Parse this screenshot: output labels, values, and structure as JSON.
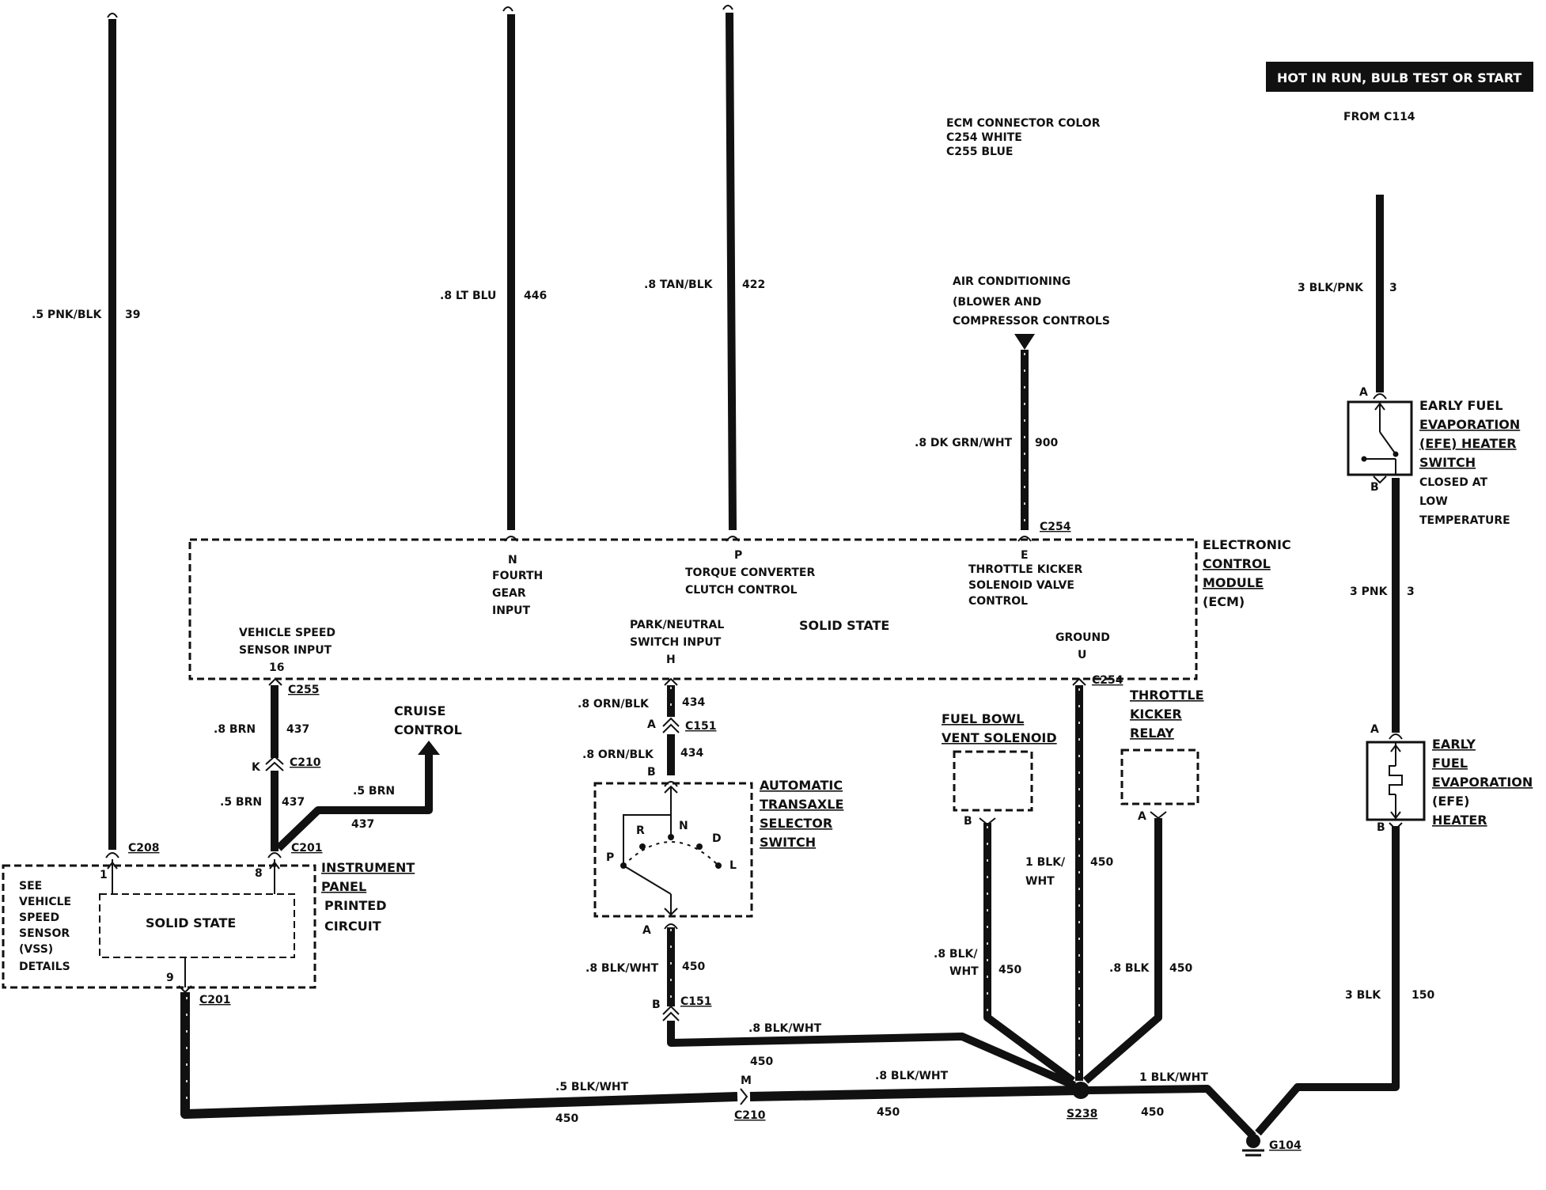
{
  "header": {
    "power_banner": "HOT IN RUN,  BULB TEST OR START",
    "from_label": "FROM C114",
    "ecm_color_title": "ECM CONNECTOR COLOR",
    "ecm_color_c254": "C254 WHITE",
    "ecm_color_c255": "C255 BLUE"
  },
  "wires": {
    "w39": {
      "gauge": ".5 PNK/BLK",
      "circuit": "39"
    },
    "w446": {
      "gauge": ".8 LT BLU",
      "circuit": "446"
    },
    "w422": {
      "gauge": ".8 TAN/BLK",
      "circuit": "422"
    },
    "w900": {
      "gauge": ".8 DK GRN/WHT",
      "circuit": "900"
    },
    "w3a": {
      "gauge": "3 BLK/PNK",
      "circuit": "3"
    },
    "w3b": {
      "gauge": "3 PNK",
      "circuit": "3"
    },
    "w150": {
      "gauge": "3 BLK",
      "circuit": "150"
    },
    "w437a": {
      "gauge": ".8 BRN",
      "circuit": "437"
    },
    "w437b": {
      "gauge": ".5 BRN",
      "circuit": "437"
    },
    "w437c": {
      "gauge": ".5 BRN",
      "circuit": "437"
    },
    "w434a": {
      "gauge": ".8 ORN/BLK",
      "circuit": "434"
    },
    "w434b": {
      "gauge": ".8 ORN/BLK",
      "circuit": "434"
    },
    "w450a": {
      "gauge": ".8 BLK/WHT",
      "circuit": "450"
    },
    "w450b": {
      "gauge": ".8 BLK/WHT",
      "circuit": "450"
    },
    "w450c_gauge1": "1 BLK/",
    "w450c_gauge2": "WHT",
    "w450c_circuit": "450",
    "w450d_gauge1": ".8 BLK/",
    "w450d_gauge2": "WHT",
    "w450d_circuit": "450",
    "w450e": {
      "gauge": ".8 BLK",
      "circuit": "450"
    },
    "w450f": {
      "gauge": ".5 BLK/WHT",
      "circuit": "450"
    },
    "w450g": {
      "gauge": ".8 BLK/WHT",
      "circuit": "450"
    },
    "w450h": {
      "gauge": "1 BLK/WHT",
      "circuit": "450"
    }
  },
  "components": {
    "ac": {
      "line1": "AIR CONDITIONING",
      "line2": "(BLOWER AND",
      "line3": "COMPRESSOR CONTROLS"
    },
    "ecm": {
      "name1": "ELECTRONIC",
      "name2": "CONTROL",
      "name3": "MODULE",
      "name4": "(ECM)",
      "solid_state": "SOLID STATE",
      "pin_n": "N",
      "n1": "FOURTH",
      "n2": "GEAR",
      "n3": "INPUT",
      "pin_p": "P",
      "p1": "TORQUE CONVERTER",
      "p2": "CLUTCH CONTROL",
      "pin_e": "E",
      "e1": "THROTTLE KICKER",
      "e2": "SOLENOID VALVE",
      "e3": "CONTROL",
      "vss1": "VEHICLE SPEED",
      "vss2": "SENSOR INPUT",
      "pin_16": "16",
      "pn1": "PARK/NEUTRAL",
      "pn2": "SWITCH INPUT",
      "pin_h": "H",
      "gnd": "GROUND",
      "pin_u": "U"
    },
    "efe_switch": {
      "l1": "EARLY FUEL",
      "l2": "EVAPORATION",
      "l3": "(EFE) HEATER",
      "l4": "SWITCH",
      "l5": "CLOSED AT",
      "l6": "LOW",
      "l7": "TEMPERATURE"
    },
    "efe_heater": {
      "l1": "EARLY",
      "l2": "FUEL",
      "l3": "EVAPORATION",
      "l4": "(EFE)",
      "l5": "HEATER"
    },
    "cruise": {
      "l1": "CRUISE",
      "l2": "CONTROL"
    },
    "transaxle": {
      "l1": "AUTOMATIC",
      "l2": "TRANSAXLE",
      "l3": "SELECTOR",
      "l4": "SWITCH",
      "r": "R",
      "n": "N",
      "d": "D",
      "p": "P",
      "l": "L"
    },
    "fuel_bowl": {
      "l1": "FUEL BOWL",
      "l2": "VENT SOLENOID"
    },
    "throttle_relay": {
      "l1": "THROTTLE",
      "l2": "KICKER",
      "l3": "RELAY"
    },
    "ipc": {
      "l1": "INSTRUMENT",
      "l2": "PANEL",
      "l3": "PRINTED",
      "l4": "CIRCUIT",
      "solid_state": "SOLID STATE"
    },
    "vss_note": {
      "l1": "SEE",
      "l2": "VEHICLE",
      "l3": "SPEED",
      "l4": "SENSOR",
      "l5": "(VSS)",
      "l6": "DETAILS"
    }
  },
  "connectors": {
    "c254a": "C254",
    "c254b": "C254",
    "c255": "C255",
    "c210a": "C210",
    "c210b": "C210",
    "c208": "C208",
    "c201a": "C201",
    "c201b": "C201",
    "c151a": "C151",
    "c151b": "C151",
    "s238": "S238",
    "g104": "G104"
  },
  "pins": {
    "A": "A",
    "B": "B",
    "K": "K",
    "M": "M",
    "p1": "1",
    "p8": "8",
    "p9": "9"
  }
}
